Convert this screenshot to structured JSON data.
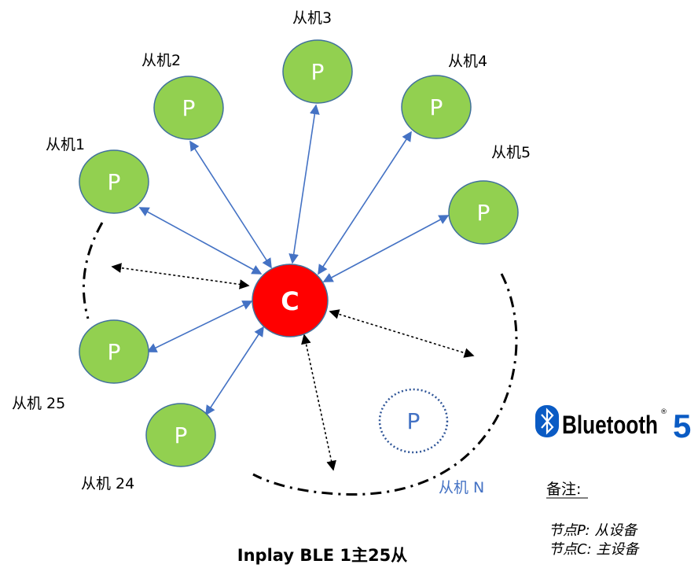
{
  "title": "Inplay BLE 1主25从",
  "central": {
    "letter": "C",
    "color": "#ff0000"
  },
  "peripheral_letter": "P",
  "peripheral_color": "#92d050",
  "link_color": "#4472c4",
  "slaves": [
    {
      "label": "从机1"
    },
    {
      "label": "从机2"
    },
    {
      "label": "从机3"
    },
    {
      "label": "从机4"
    },
    {
      "label": "从机5"
    },
    {
      "label": "从机 25"
    },
    {
      "label": "从机 24"
    },
    {
      "label": "从机 N"
    }
  ],
  "logo": {
    "brand": "Bluetooth",
    "version": "5",
    "registered": "®",
    "color": "#0a5bc4"
  },
  "notes": {
    "heading": "备注:",
    "lines": [
      "节点P: 从设备",
      "节点C: 主设备"
    ]
  }
}
